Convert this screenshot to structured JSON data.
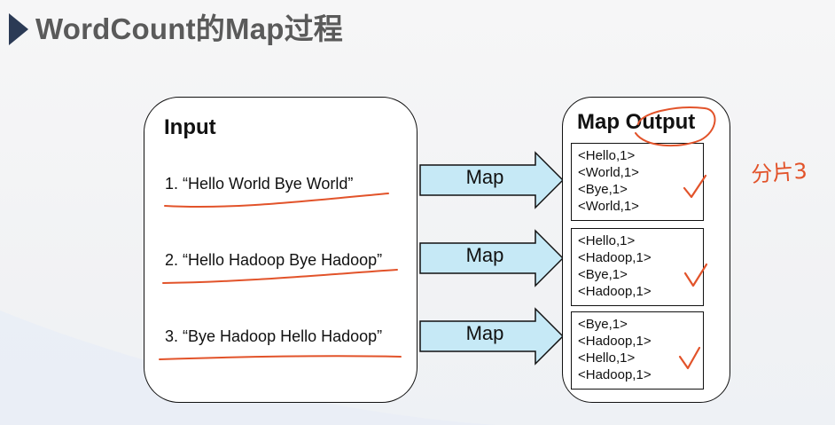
{
  "title": "WordCount的Map过程",
  "input": {
    "heading": "Input",
    "lines": [
      "1. “Hello World Bye World”",
      "2. “Hello Hadoop Bye Hadoop”",
      "3. “Bye Hadoop Hello Hadoop”"
    ]
  },
  "arrows": [
    "Map",
    "Map",
    "Map"
  ],
  "output": {
    "heading": "Map Output",
    "groups": [
      [
        "<Hello,1>",
        "<World,1>",
        "<Bye,1>",
        "<World,1>"
      ],
      [
        "<Hello,1>",
        "<Hadoop,1>",
        "<Bye,1>",
        "<Hadoop,1>"
      ],
      [
        "<Bye,1>",
        "<Hadoop,1>",
        "<Hello,1>",
        "<Hadoop,1>"
      ]
    ]
  },
  "annotations": {
    "side_note": "分片3",
    "ink_color": "#e2532a",
    "arrow_fill": "#c6e9f6"
  }
}
